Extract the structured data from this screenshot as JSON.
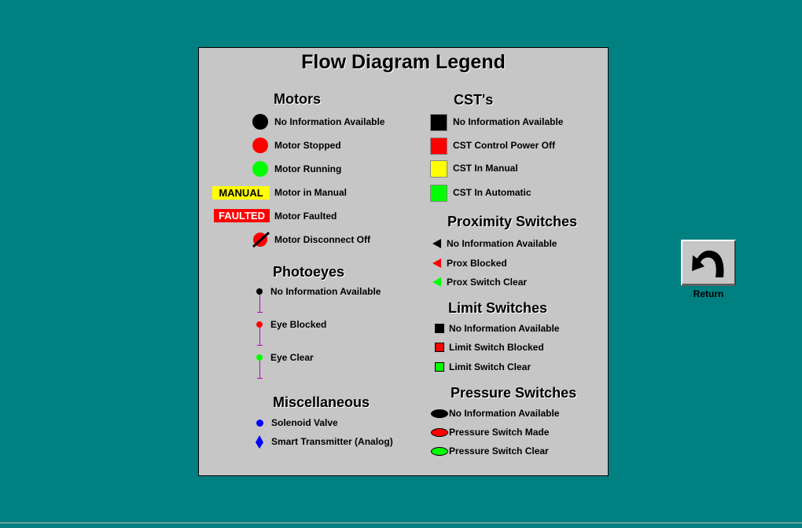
{
  "title": "Flow Diagram Legend",
  "motors": {
    "heading": "Motors",
    "items": [
      "No Information Available",
      "Motor Stopped",
      "Motor Running",
      "Motor in Manual",
      "Motor Faulted",
      "Motor Disconnect Off"
    ],
    "manual_badge": "MANUAL",
    "faulted_badge": "FAULTED"
  },
  "photoeyes": {
    "heading": "Photoeyes",
    "items": [
      "No Information Available",
      "Eye Blocked",
      "Eye Clear"
    ]
  },
  "misc": {
    "heading": "Miscellaneous",
    "items": [
      "Solenoid Valve",
      "Smart Transmitter (Analog)"
    ]
  },
  "csts": {
    "heading": "CST's",
    "items": [
      "No Information Available",
      "CST Control Power Off",
      "CST In Manual",
      "CST In Automatic"
    ]
  },
  "prox": {
    "heading": "Proximity Switches",
    "items": [
      "No Information Available",
      "Prox Blocked",
      "Prox Switch Clear"
    ]
  },
  "limit": {
    "heading": "Limit Switches",
    "items": [
      "No Information Available",
      "Limit Switch Blocked",
      "Limit Switch Clear"
    ]
  },
  "pressure": {
    "heading": "Pressure Switches",
    "items": [
      "No Information Available",
      "Pressure Switch Made",
      "Pressure Switch Clear"
    ]
  },
  "return_label": "Return",
  "colors": {
    "background": "#008080",
    "panel": "#c6c6c6",
    "none": "#000000",
    "red": "#ff0000",
    "green": "#00ff00",
    "yellow": "#ffff00",
    "blue": "#0000ff"
  }
}
